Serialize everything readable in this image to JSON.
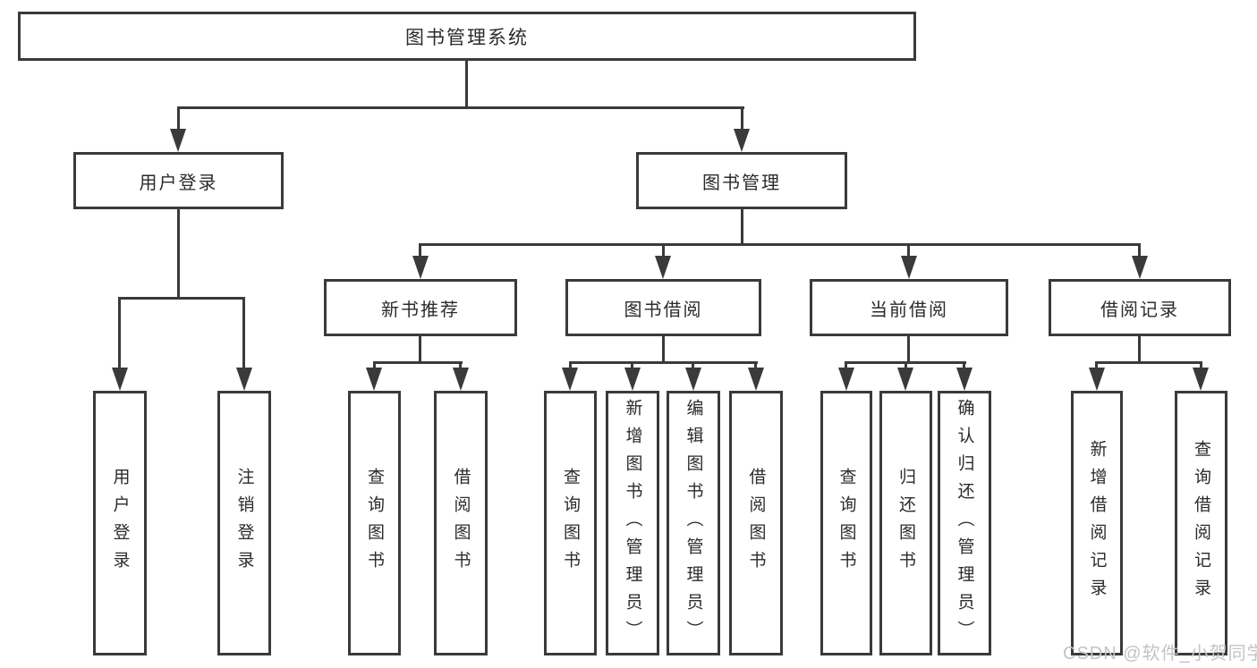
{
  "nodes": {
    "root": "图书管理系统",
    "user_login": "用户登录",
    "book_mgmt": "图书管理",
    "new_books": "新书推荐",
    "book_borrow": "图书借阅",
    "current_borrow": "当前借阅",
    "borrow_records": "借阅记录",
    "leaves": {
      "login": [
        "用户登录",
        "注销登录"
      ],
      "new_books": [
        "查询图书",
        "借阅图书"
      ],
      "book_borrow": [
        "查询图书",
        "新增图书（管理员）",
        "编辑图书（管理员）",
        "借阅图书"
      ],
      "current_borrow": [
        "查询图书",
        "归还图书",
        "确认归还（管理员）"
      ],
      "borrow_records": [
        "新增借阅记录",
        "查询借阅记录"
      ]
    }
  },
  "watermark": "CSDN @软件_小贺同学",
  "colors": {
    "line": "#3a3a3a",
    "text": "#2b2b2b",
    "background": "#ffffff",
    "watermark": "#c3c3c9"
  }
}
